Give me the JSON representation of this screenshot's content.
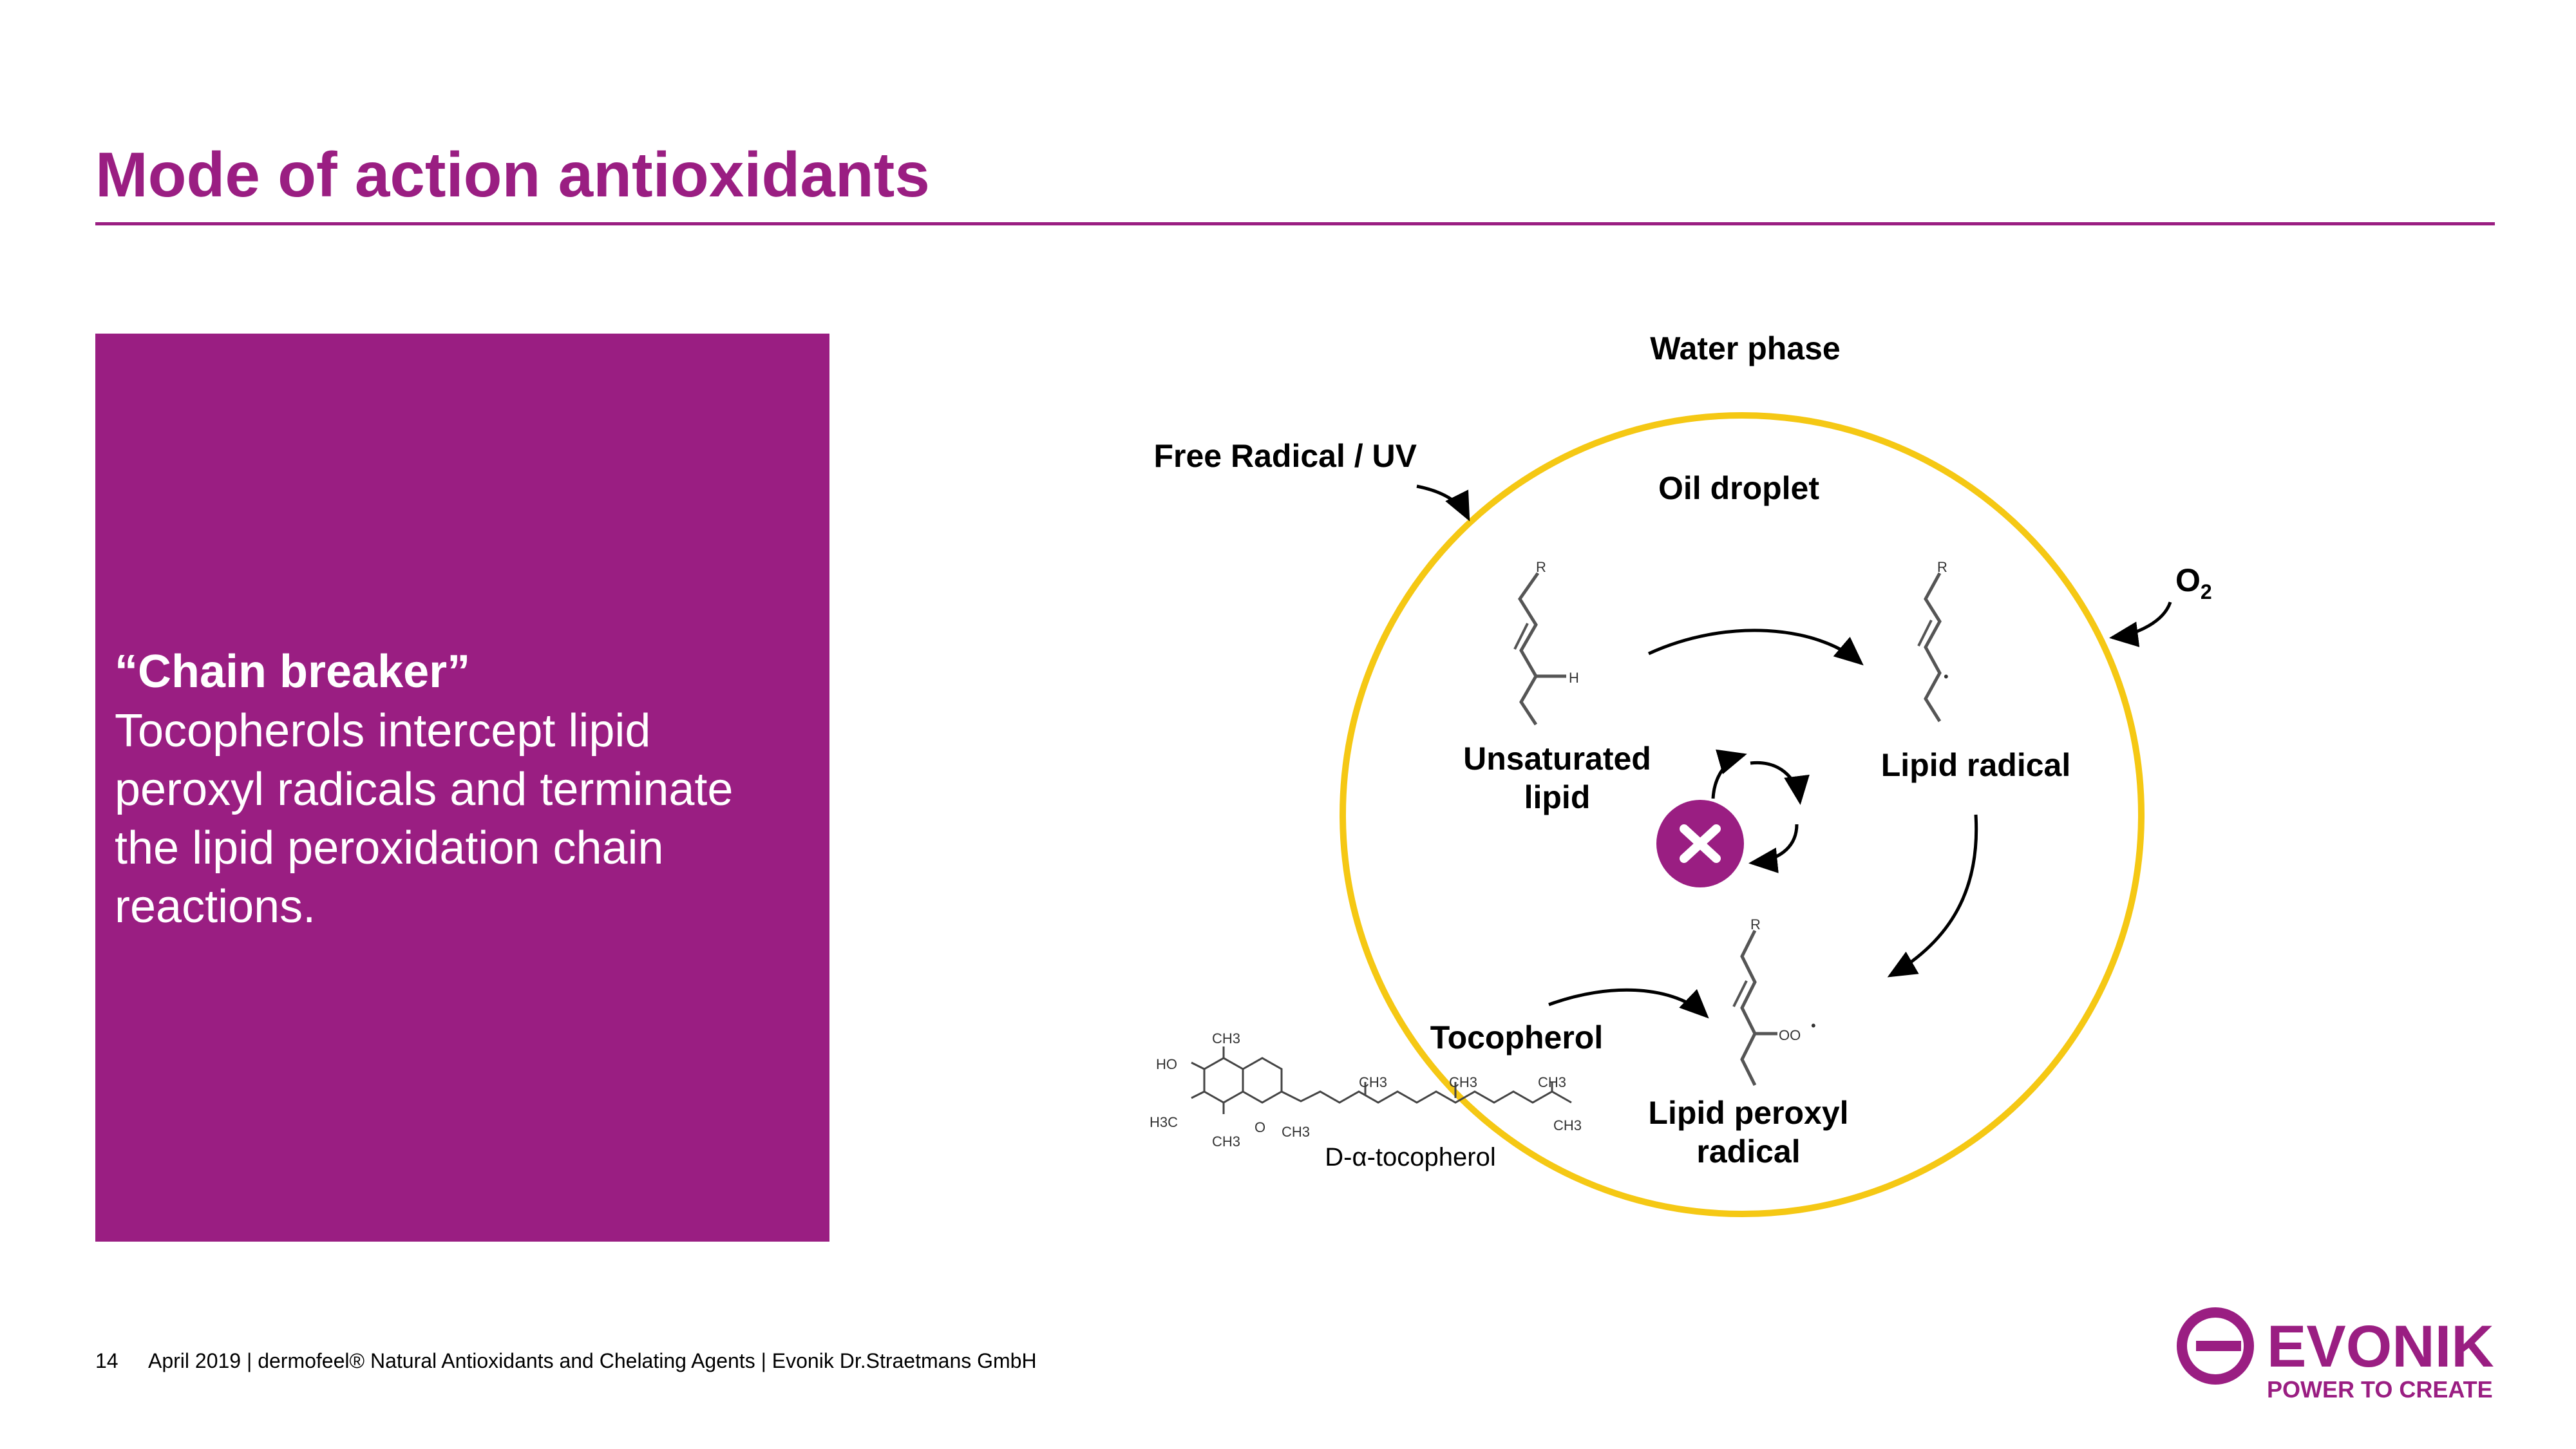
{
  "slide": {
    "title": "Mode of action antioxidants"
  },
  "panel": {
    "heading": "“Chain breaker”",
    "body": "Tocopherols intercept lipid peroxyl radicals and terminate the lipid peroxidation chain reactions."
  },
  "diagram": {
    "water_phase": "Water phase",
    "free_radical": "Free Radical / UV",
    "oil_droplet": "Oil droplet",
    "o2_main": "O",
    "o2_sub": "2",
    "unsaturated_line1": "Unsaturated",
    "unsaturated_line2": "lipid",
    "lipid_radical": "Lipid radical",
    "tocopherol": "Tocopherol",
    "peroxyl_line1": "Lipid peroxyl",
    "peroxyl_line2": "radical",
    "d_tocopherol": "D-α-tocopherol",
    "mol_r": "R",
    "mol_h": "H",
    "mol_oo": "OO",
    "mol_dot": "•",
    "toco_ho": "HO",
    "toco_h3c": "H3C",
    "toco_o": "O",
    "toco_ch3": "CH3",
    "colors": {
      "droplet_outline": "#f5c814",
      "stop_badge": "#9a1e82"
    },
    "icons": [
      "stop-x-icon"
    ]
  },
  "footer": {
    "page_number": "14",
    "text": "April 2019  | dermofeel® Natural Antioxidants and Chelating Agents  |  Evonik Dr.Straetmans GmbH"
  },
  "logo": {
    "brand": "EVONIK",
    "tagline": "POWER TO CREATE",
    "color": "#9a1e82"
  }
}
